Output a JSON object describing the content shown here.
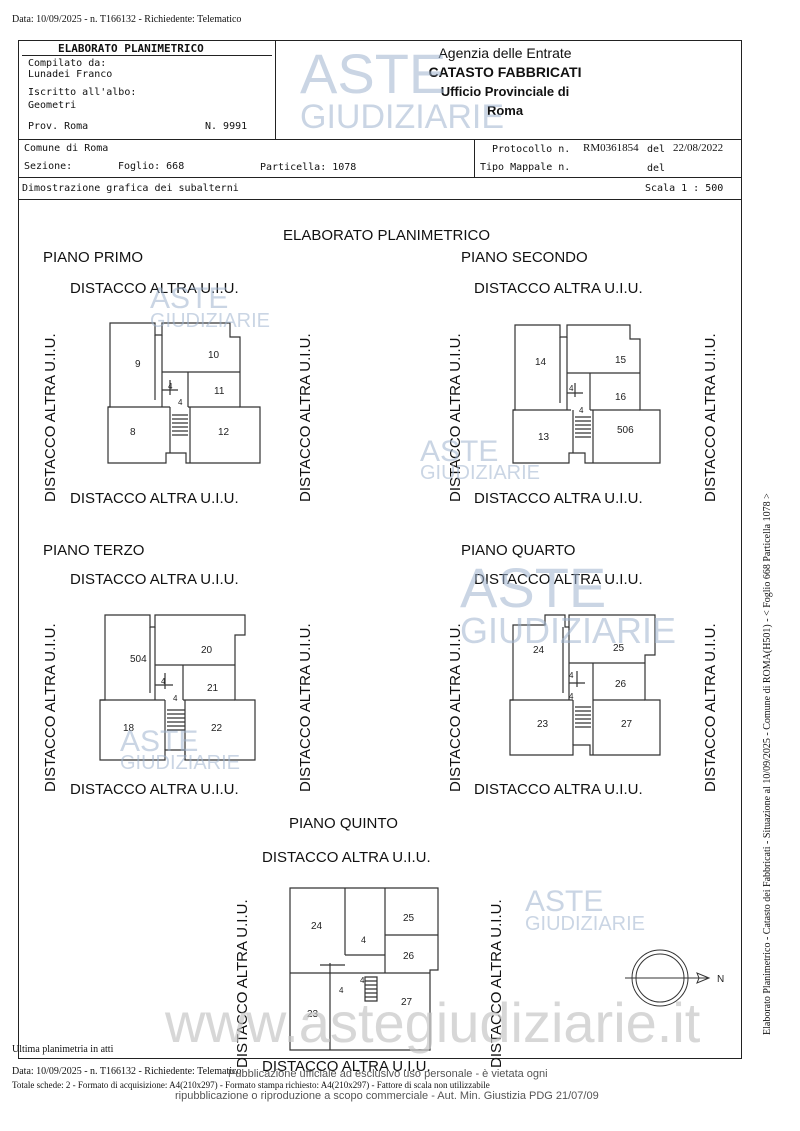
{
  "top_note": "Data: 10/09/2025 - n. T166132 - Richiedente: Telematico",
  "header": {
    "title": "ELABORATO PLANIMETRICO",
    "compilato_label": "Compilato da:",
    "compilato_name": "Lunadei Franco",
    "iscritto_label": "Iscritto all'albo:",
    "iscritto_value": "Geometri",
    "prov": "Prov. Roma",
    "numero": "N. 9991",
    "agency_line1": "Agenzia delle Entrate",
    "agency_line2": "CATASTO FABBRICATI",
    "agency_line3": "Ufficio Provinciale di",
    "agency_line4": "Roma",
    "comune": "Comune di Roma",
    "sezione_label": "Sezione:",
    "foglio": "Foglio: 668",
    "particella": "Particella: 1078",
    "protocollo_label": "Protocollo n.",
    "protocollo_value": "RM0361854",
    "del_label": "del",
    "del_value": "22/08/2022",
    "tipo_label": "Tipo Mappale n.",
    "tipo_del": "del",
    "dimostrazione": "Dimostrazione grafica dei subalterni",
    "scala": "Scala 1 : 500"
  },
  "main_title": "ELABORATO PLANIMETRICO",
  "boundary_label": "DISTACCO ALTRA U.I.U.",
  "floors": {
    "primo": {
      "name": "PIANO PRIMO",
      "units": [
        "9",
        "10",
        "4",
        "4",
        "11",
        "8",
        "12"
      ]
    },
    "secondo": {
      "name": "PIANO SECONDO",
      "units": [
        "14",
        "15",
        "4",
        "4",
        "16",
        "13",
        "506"
      ]
    },
    "terzo": {
      "name": "PIANO TERZO",
      "units": [
        "504",
        "20",
        "4",
        "4",
        "21",
        "18",
        "22"
      ]
    },
    "quarto": {
      "name": "PIANO QUARTO",
      "units": [
        "24",
        "25",
        "4",
        "4",
        "26",
        "23",
        "27"
      ]
    },
    "quinto": {
      "name": "PIANO QUINTO",
      "units": [
        "24",
        "4",
        "25",
        "26",
        "4",
        "4",
        "27",
        "23"
      ]
    }
  },
  "north": "N",
  "side_text": "Elaborato Planimetrico - Catasto dei Fabbricati - Situazione al 10/09/2025 - Comune di ROMA(H501) - < Foglio 668 Particella 1078 >",
  "footer": {
    "ultima": "Ultima planimetria in atti",
    "line1": "Data: 10/09/2025 - n. T166132 - Richiedente: Telematico",
    "line2": "Totale schede: 2 - Formato di acquisizione: A4(210x297) - Formato stampa richiesto: A4(210x297) - Fattore di scala non utilizzabile",
    "pub1": "Pubblicazione ufficiale ad esclusivo uso personale - è vietata ogni",
    "pub2": "ripubblicazione o riproduzione a scopo commerciale - Aut. Min. Giustizia PDG 21/07/09"
  },
  "watermarks": {
    "aste": "ASTE",
    "giudiziarie": "GIUDIZIARIE",
    "site": "www.astegiudiziarie.it"
  }
}
